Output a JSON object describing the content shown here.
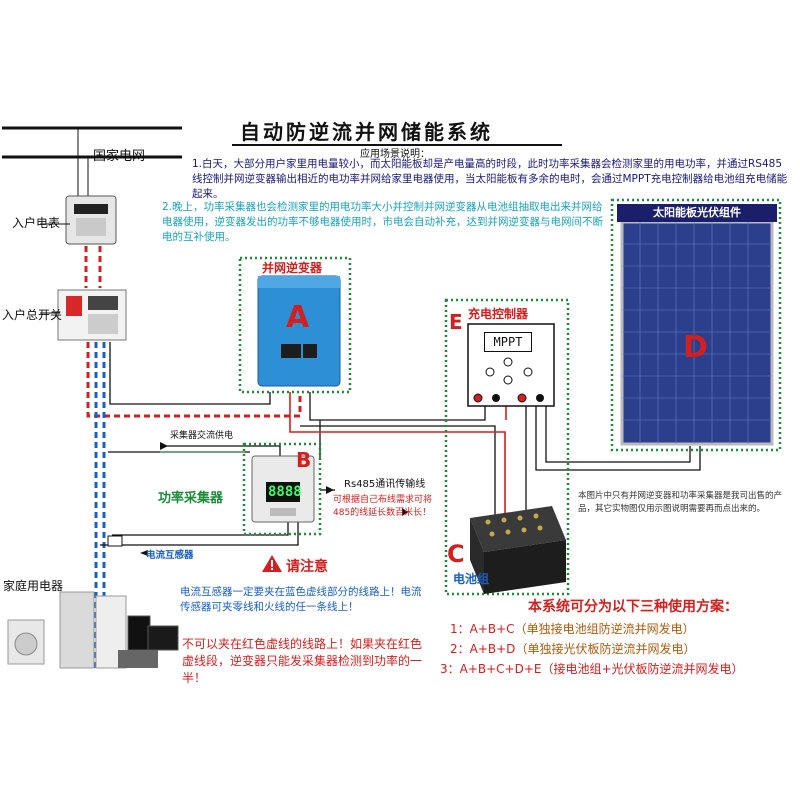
{
  "title": "自动防逆流并网储能系统",
  "subtitle": "应用场景说明：",
  "scenario_1": "1.白天，大部分用户家里用电量较小，而太阳能板却是产电量高的时段，此时功率采集器会检测家里的用电功率，并通过RS485线控制并网逆变器输出相近的电功率并网给家里电器使用，当太阳能板有多余的电时，会通过MPPT充电控制器给电池组充电储能起来。",
  "scenario_2": "2.晚上，功率采集器也会检测家里的用电功率大小并控制并网逆变器从电池组抽取电出来并网给电器使用，逆变器发出的功率不够电器使用时，市电会自动补充，达到并网逆变器与电网间不断电的互补使用。",
  "labels": {
    "grid": "国家电网",
    "meter": "入户电表",
    "main_switch": "入户总开关",
    "inverter": "并网逆变器",
    "inverter_letter": "A",
    "collector": "功率采集器",
    "collector_letter": "B",
    "battery": "电池组",
    "battery_letter": "C",
    "solar_panel": "太阳能板光伏组件",
    "solar_letter": "D",
    "controller": "充电控制器",
    "controller_letter": "E",
    "mppt": "MPPT",
    "collector_ac": "采集器交流供电",
    "rs485": "Rs485通讯传输线",
    "rs485_note": "可根据自己布线需求可将485的线延长数百米长！",
    "ct": "电流互感器",
    "appliances": "家庭用电器",
    "collector_display": "8888"
  },
  "footnote": "本图片中只有并网逆变器和功率采集器是我司出售的产品，其它实物图仅用示图说明需要再而点出来的。",
  "warning": "请注意",
  "ct_note": "电流互感器一定要夹在蓝色虚线部分的线路上！电流传感器可夹零线和火线的任一条线上！",
  "red_note": "不可以夹在红色虚线的线路上！如果夹在红色虚线段，逆变器只能发采集器检测到功率的一半！",
  "plans_title": "本系统可分为以下三种使用方案：",
  "plans": [
    {
      "code": "1：A+B+C",
      "desc": "（单独接电池组防逆流并网发电）"
    },
    {
      "code": "2：A+B+D",
      "desc": "（单独接光伏板防逆流并网发电）"
    },
    {
      "code": "3：A+B+C+D+E",
      "desc": "（接电池组+光伏板防逆流并网发电）"
    }
  ],
  "colors": {
    "red": "#d41f1f",
    "blue": "#1a5fc2",
    "green": "#1f8a3a",
    "inverter": "#2d8fd6",
    "panel": "#2b3f8c"
  }
}
